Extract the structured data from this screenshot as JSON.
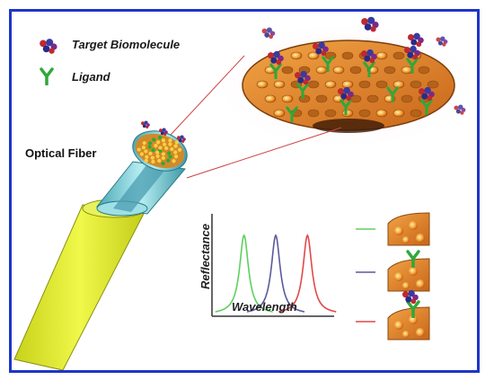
{
  "legend": {
    "target_label": "Target Biomolecule",
    "ligand_label": "Ligand"
  },
  "fiber_label": "Optical Fiber",
  "spectrum": {
    "ylabel": "Reflectance",
    "xlabel": "Wavelength"
  },
  "colors": {
    "frame": "#1d36c8",
    "fiber_jacket": "#e6f03a",
    "fiber_cladding": "#7fd0d8",
    "sensing_surface": "#e08a1e",
    "ligand": "#2fa83a",
    "peak_1": "#5ed05e",
    "peak_2": "#5a5a9a",
    "peak_3": "#e24848"
  },
  "chart_data": {
    "type": "line",
    "title": "",
    "xlabel": "Wavelength",
    "ylabel": "Reflectance",
    "series": [
      {
        "center": 0.22,
        "color": "#5ed05e"
      },
      {
        "center": 0.5,
        "color": "#5a5a9a"
      },
      {
        "center": 0.78,
        "color": "#e24848"
      }
    ]
  }
}
